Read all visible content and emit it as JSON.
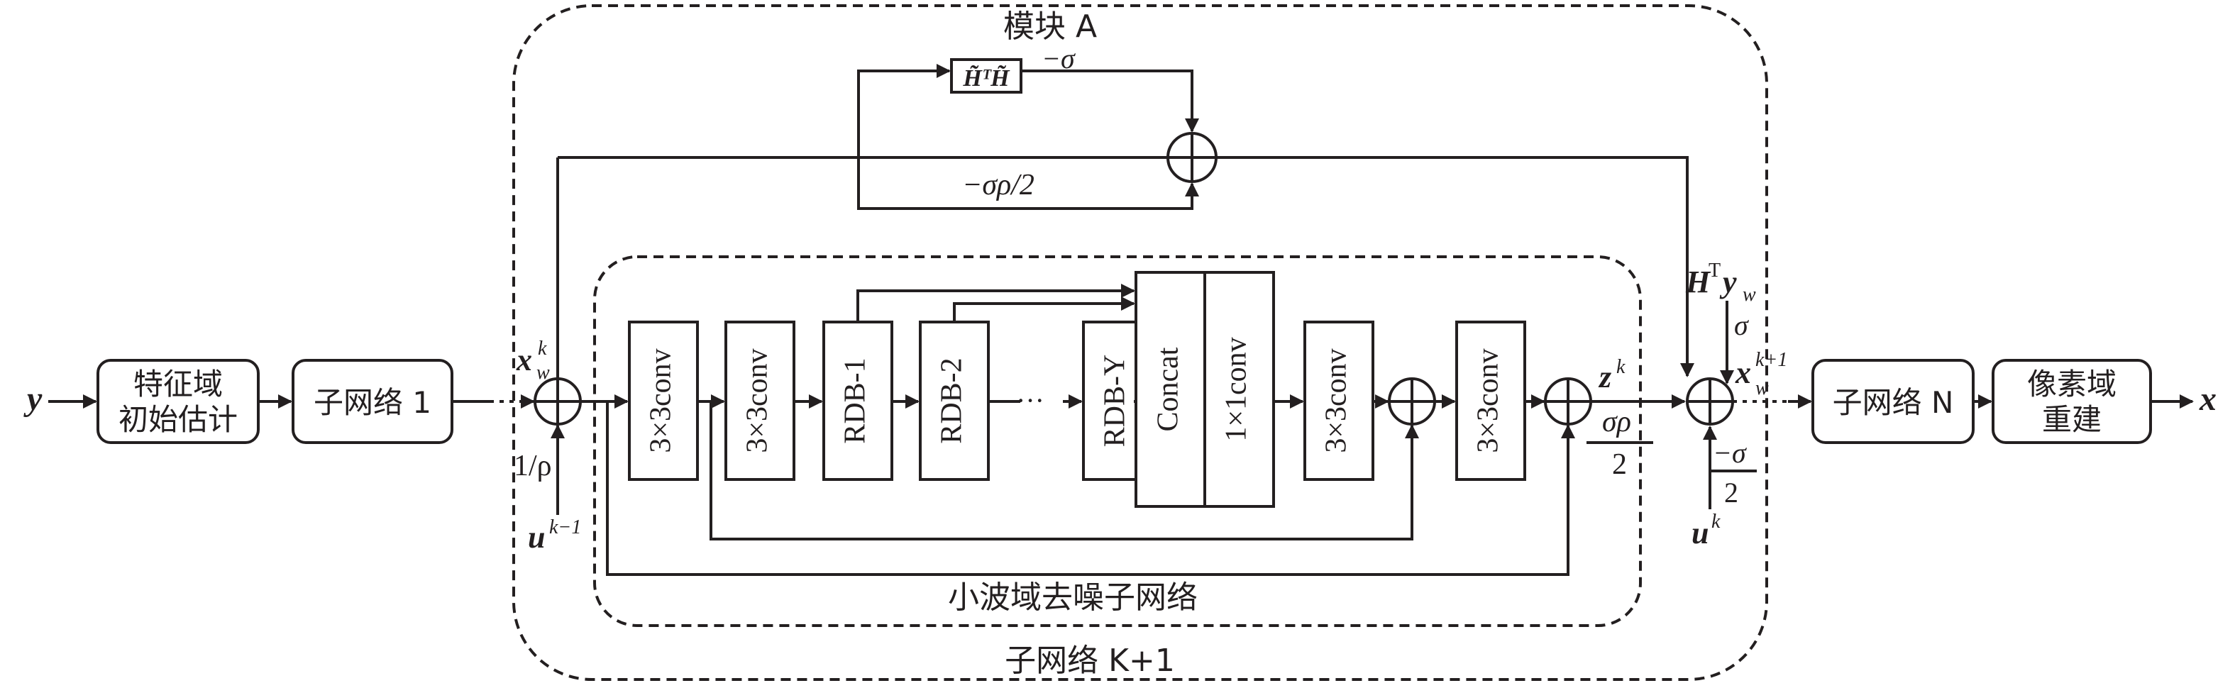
{
  "module_a_label": "模块 A",
  "denoise_subnet_label": "小波域去噪子网络",
  "subnet_k1_label": "子网络 K+1",
  "input_label": "y",
  "output_label": "x",
  "feature_init_line1": "特征域",
  "feature_init_line2": "初始估计",
  "subnet1_label": "子网络 1",
  "subnetN_label": "子网络 N",
  "pixel_rebuild_line1": "像素域",
  "pixel_rebuild_line2": "重建",
  "conv3_label": "3×3conv",
  "conv1_label": "1×1conv",
  "concat_label": "Concat",
  "rdb1_label": "RDB-1",
  "rdb2_label": "RDB-2",
  "rdby_label": "RDB-Y",
  "ellipsis": "···",
  "hth_label": "H̃ᵀH̃",
  "sigma": "σ",
  "neg_sigma": "−σ",
  "neg_sigma_rho_half": "−σρ/2",
  "one_over_rho": "1/ρ",
  "xk_w": "x",
  "xk_w_sup": "k",
  "xk_w_sub": "w",
  "uk_minus1": "u",
  "uk_minus1_sup": "k−1",
  "zk": "z",
  "zk_sup": "k",
  "sigma_rho_num": "σρ",
  "two": "2",
  "hty_h": "H",
  "hty_sup": "T",
  "hty_y": "y",
  "hty_sub": "w",
  "xk1": "x",
  "xk1_sup": "k+1",
  "xk1_sub": "w",
  "uk": "u",
  "uk_sup": "k",
  "neg_sigma_num": "−σ"
}
